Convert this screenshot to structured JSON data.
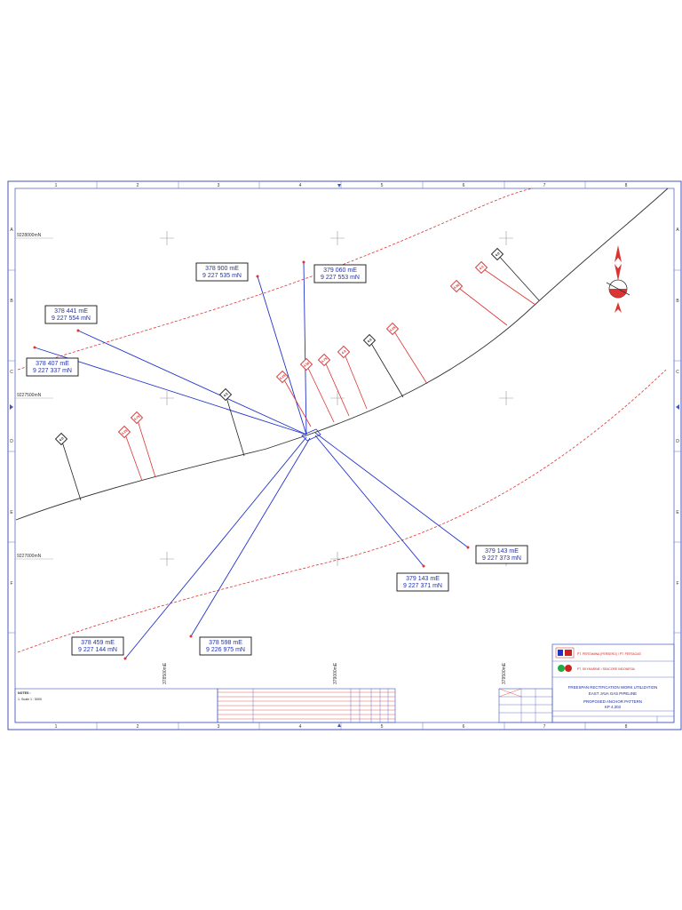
{
  "grid_columns": [
    "1",
    "2",
    "3",
    "4",
    "5",
    "6",
    "7",
    "8"
  ],
  "grid_rows": [
    "A",
    "B",
    "C",
    "D",
    "E",
    "F"
  ],
  "northing_labels": [
    "9228000mN",
    "9227500mN",
    "9227000mN"
  ],
  "easting_labels": [
    "378500mE",
    "379000mE",
    "379500mE"
  ],
  "anchor_points": [
    {
      "e": "378 900 mE",
      "n": "9 227 535 mN"
    },
    {
      "e": "379 060 mE",
      "n": "9 227 553 mN"
    },
    {
      "e": "378 441 mE",
      "n": "9 227 554 mN"
    },
    {
      "e": "378 407 mE",
      "n": "9 227 337 mN"
    },
    {
      "e": "379 143 mE",
      "n": "9 227 373 mN"
    },
    {
      "e": "379 143 mE",
      "n": "9 227 371 mN"
    },
    {
      "e": "378 459 mE",
      "n": "9 227 144 mN"
    },
    {
      "e": "378 598 mE",
      "n": "9 226 975 mN"
    }
  ],
  "markers": [
    "4.0",
    "4.5",
    "4.75",
    "4.25",
    "4.0",
    "4.25",
    "4.50",
    "4.75",
    "4.6",
    "4.25",
    "4.90",
    "4.0"
  ],
  "notes": {
    "title": "NOTES :",
    "line1": "1. Scale 1 : 5000"
  },
  "title_block": {
    "client": "PT. PERTAMINA (PERSERO) / PT. PERTAGAS",
    "contractor": "PT. SKYMARINE / SEACORE INDONESIA",
    "project_line1": "FREESPAN RECTIFICATION WORK UTILIZATION",
    "project_line2": "EAST JAVA GAS PIPELINE",
    "drawing_title": "PROPOSED ANCHOR PATTERN",
    "kp": "KP 4,303"
  },
  "colors": {
    "border": "#4455bb",
    "grid": "#5566cc",
    "pipeline": "#333333",
    "anchor": "#2233cc",
    "boundary": "#dd3333",
    "title_accent": "#22aa44"
  }
}
